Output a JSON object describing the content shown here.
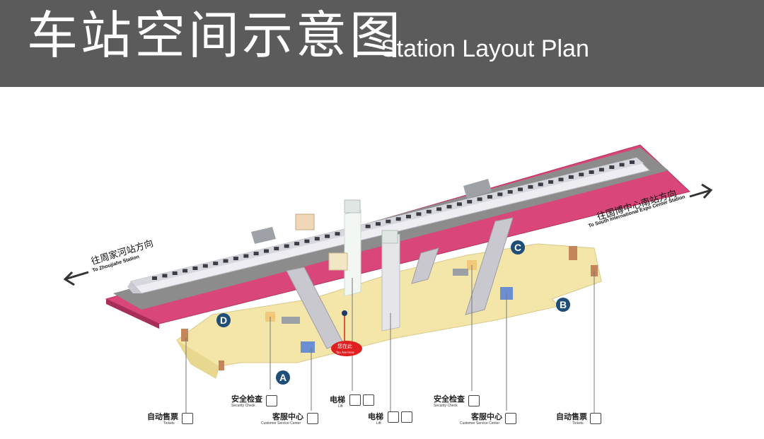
{
  "header": {
    "title_zh": "车站空间示意图",
    "title_en": "Station Layout Plan"
  },
  "directions": {
    "left_zh": "往周家河站方向",
    "left_en": "To Zhoujiahe Station",
    "right_zh": "往国博中心南站方向",
    "right_en": "To South International Expo Center Station"
  },
  "entrances": [
    "A",
    "B",
    "C",
    "D"
  ],
  "you_are_here": {
    "zh": "您在此",
    "en": "You Are Here"
  },
  "facilities": [
    {
      "zh": "自动售票",
      "en": "Tickets",
      "icon": "ticket-machine-icon"
    },
    {
      "zh": "安全检查",
      "en": "Security Check",
      "icon": "security-check-icon"
    },
    {
      "zh": "客服中心",
      "en": "Customer Service Center",
      "icon": "customer-service-icon"
    },
    {
      "zh": "电梯",
      "en": "Lift",
      "icon": "wheelchair-icon"
    },
    {
      "zh": "电梯",
      "en": "Lift",
      "icon": "wheelchair-icon"
    },
    {
      "zh": "安全检查",
      "en": "Security Check",
      "icon": "security-check-icon"
    },
    {
      "zh": "客服中心",
      "en": "Customer Service Center",
      "icon": "customer-service-icon"
    },
    {
      "zh": "自动售票",
      "en": "Tickets",
      "icon": "ticket-machine-icon"
    }
  ],
  "colors": {
    "header": "#5b5b5b",
    "platform": "#d9467a",
    "concourse": "#f3e6a8",
    "track": "#8c8c8c",
    "train": "#eeeef2",
    "entrance_badge": "#1f4e79",
    "you_are_here": "#e02020"
  }
}
